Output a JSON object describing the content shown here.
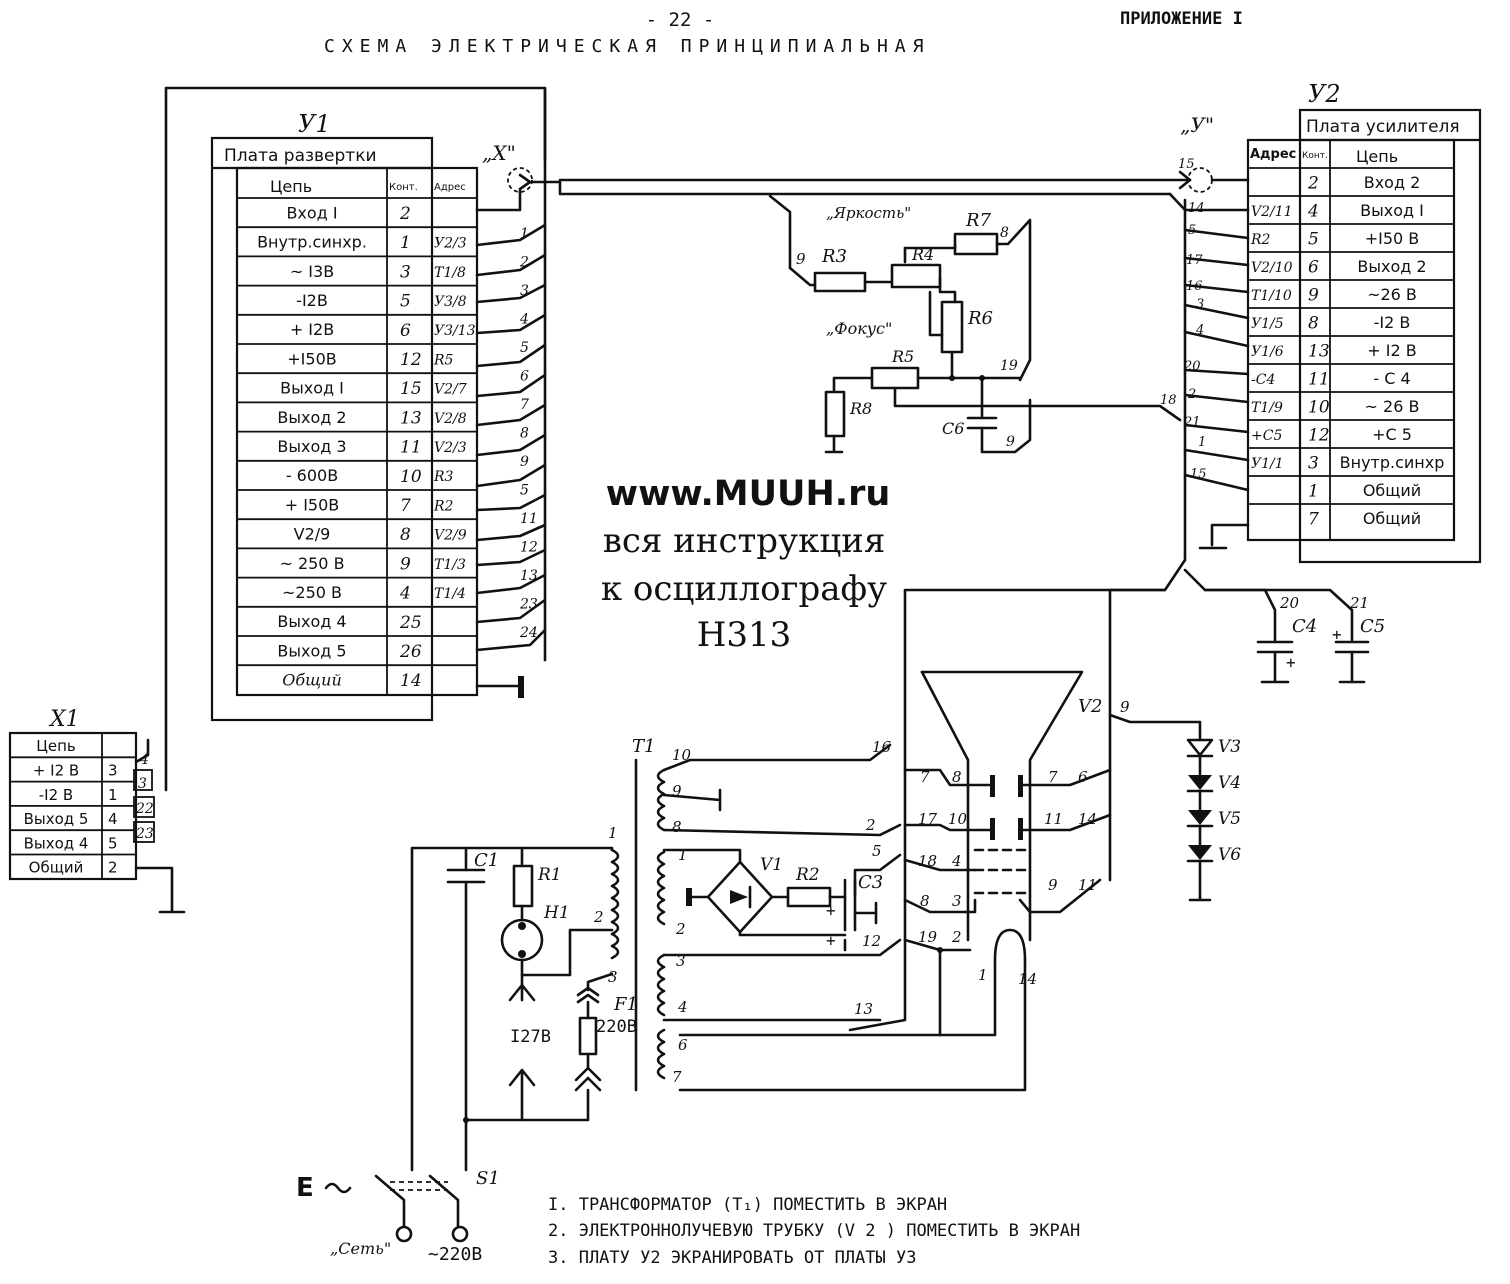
{
  "page_number": "- 22 -",
  "appendix": "ПРИЛОЖЕНИЕ I",
  "title": "СХЕМА ЭЛЕКТРИЧЕСКАЯ ПРИНЦИПИАЛЬНАЯ",
  "watermark": {
    "site": "www.MUUH.ru",
    "line1": "вся инструкция",
    "line2": "к осциллографу",
    "line3": "Н313"
  },
  "board_u1": {
    "ref": "У1",
    "title": "Плата развертки",
    "headers": [
      "Цепь",
      "Конт.",
      "Адрес"
    ],
    "rows": [
      [
        "Вход I",
        "2",
        ""
      ],
      [
        "Внутр.синхр.",
        "1",
        "У2/3"
      ],
      [
        "~ I3В",
        "3",
        "Т1/8"
      ],
      [
        "-I2В",
        "5",
        "У3/8"
      ],
      [
        "+ I2В",
        "6",
        "У3/13"
      ],
      [
        "+I50В",
        "12",
        "R5"
      ],
      [
        "Выход I",
        "15",
        "V2/7"
      ],
      [
        "Выход 2",
        "13",
        "V2/8"
      ],
      [
        "Выход 3",
        "11",
        "V2/3"
      ],
      [
        "- 600В",
        "10",
        "R3"
      ],
      [
        "+ I50В",
        "7",
        "R2"
      ],
      [
        "V2/9",
        "8",
        "V2/9"
      ],
      [
        "~ 250 В",
        "9",
        "Т1/3"
      ],
      [
        "~250 В",
        "4",
        "Т1/4"
      ],
      [
        "Выход 4",
        "25",
        ""
      ],
      [
        "Выход 5",
        "26",
        ""
      ],
      [
        "Общий",
        "14",
        ""
      ]
    ],
    "wire_numbers": [
      "1",
      "2",
      "3",
      "4",
      "5",
      "6",
      "7",
      "8",
      "9",
      "5",
      "11",
      "12",
      "13",
      "23",
      "24"
    ]
  },
  "board_u2": {
    "ref": "У2",
    "title": "Плата усилителя",
    "headers": [
      "Адрес",
      "Конт.",
      "Цепь"
    ],
    "rows": [
      [
        "",
        "2",
        "Вход 2"
      ],
      [
        "V2/11",
        "4",
        "Выход I"
      ],
      [
        "R2",
        "5",
        "+I50 В"
      ],
      [
        "V2/10",
        "6",
        "Выход 2"
      ],
      [
        "Т1/10",
        "9",
        "~26 В"
      ],
      [
        "У1/5",
        "8",
        "-I2 В"
      ],
      [
        "У1/6",
        "13",
        "+ I2 В"
      ],
      [
        "-С4",
        "11",
        "- С 4"
      ],
      [
        "Т1/9",
        "10",
        "~ 26 В"
      ],
      [
        "+С5",
        "12",
        "+С 5"
      ],
      [
        "У1/1",
        "3",
        "Внутр.синхр"
      ],
      [
        "",
        "1",
        "Общий"
      ],
      [
        "",
        "7",
        "Общий"
      ]
    ],
    "wire_numbers": [
      "15",
      "14",
      "5",
      "17",
      "16",
      "3",
      "4",
      "20",
      "2",
      "21",
      "1",
      "15",
      "18"
    ]
  },
  "connector_x1": {
    "ref": "Х1",
    "rows": [
      [
        "Цепь",
        ""
      ],
      [
        "+ I2 В",
        "3"
      ],
      [
        "-I2 В",
        "1"
      ],
      [
        "Выход 5",
        "4"
      ],
      [
        "Выход 4",
        "5"
      ],
      [
        "Общий",
        "2"
      ]
    ],
    "wire_numbers": [
      "4",
      "3",
      "22",
      "23"
    ]
  },
  "labels": {
    "x_input": "„Х\"",
    "y_input": "„У\"",
    "brightness": "„Яркость\"",
    "focus": "„Фокус\"",
    "r3": "R3",
    "r4": "R4",
    "r5": "R5",
    "r6": "R6",
    "r7": "R7",
    "r8": "R8",
    "c6": "С6",
    "c4": "С4",
    "c5": "С5",
    "c3": "С3",
    "c1": "С1",
    "r1": "R1",
    "r2": "R2",
    "h1": "Н1",
    "v1": "V1",
    "v2": "V2",
    "v3": "V3",
    "v4": "V4",
    "v5": "V5",
    "v6": "V6",
    "t1": "Т1",
    "f1": "F1",
    "s1": "S1",
    "voltage_127": "I27В",
    "voltage_220": "220В",
    "mains": "„Сеть\"",
    "mains_voltage": "~220В",
    "earth": "Е"
  },
  "notes": [
    "I. ТРАНСФОРМАТОР (Т₁) ПОМЕСТИТЬ В ЭКРАН",
    "2. ЭЛЕКТРОННОЛУЧЕВУЮ ТРУБКУ (V 2 ) ПОМЕСТИТЬ В ЭКРАН",
    "3. ПЛАТУ У2 ЭКРАНИРОВАТЬ ОТ ПЛАТЫ У3"
  ]
}
